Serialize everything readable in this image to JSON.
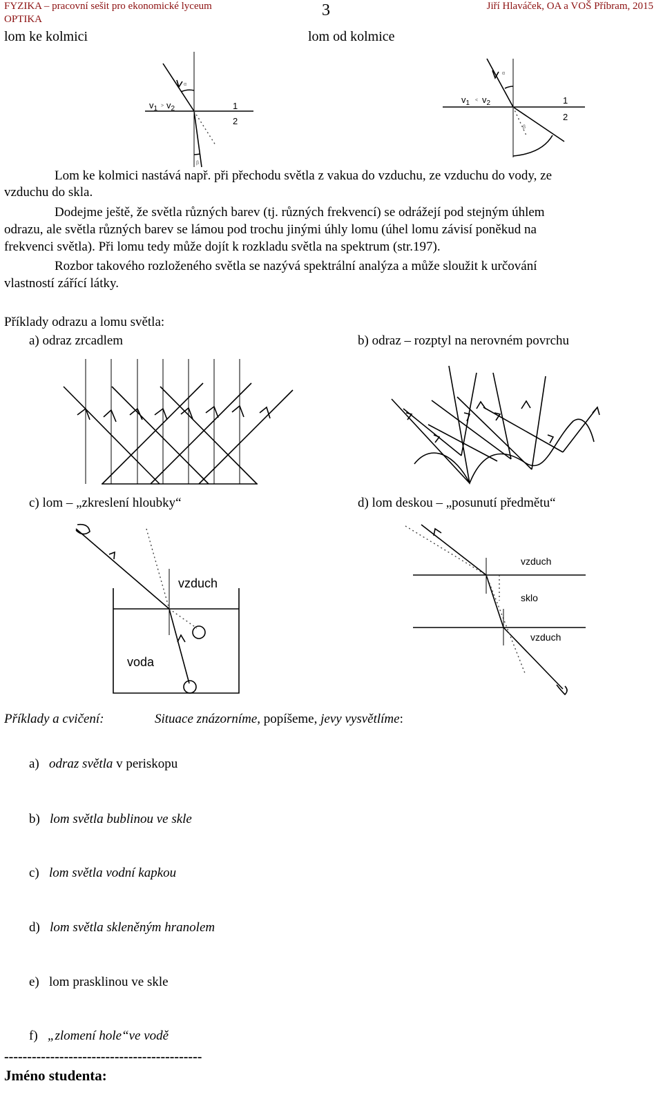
{
  "header": {
    "left": "FYZIKA – pracovní sešit pro ekonomické lyceum",
    "left2": "OPTIKA",
    "page_number": "3",
    "right": "Jiří Hlaváček, OA a VOŠ Příbram, 2015"
  },
  "refraction": {
    "toward_title": "lom ke kolmici",
    "away_title": "lom od kolmice",
    "v1": "v",
    "v1_sub": "1",
    "v2": "v",
    "v2_sub": "2",
    "rel_lt": ">",
    "rel_gt": "<",
    "medium1": "1",
    "medium2": "2",
    "alpha": "α",
    "beta": "β"
  },
  "paragraphs": {
    "p1_line1": "Lom ke kolmici nastává např. při přechodu světla z vakua do vzduchu, ze vzduchu do vody, ze",
    "p1_line2": "vzduchu do skla.",
    "p2_line1": "Dodejme ještě, že světla různých barev (tj. různých frekvencí) se odrážejí pod stejným úhlem",
    "p2_line2": "odrazu, ale světla různých barev se lámou pod trochu jinými úhly lomu (úhel lomu závisí poněkud na",
    "p2_line3": "frekvenci světla). Při lomu tedy může dojít k rozkladu světla na spektrum (str.197).",
    "p3_line1": "Rozbor takového rozloženého světla se nazývá spektrální analýza a může sloužit k určování",
    "p3_line2": "vlastností zářící látky."
  },
  "examples_title": "Příklady odrazu a lomu světla:",
  "examples": {
    "a": "a)   odraz zrcadlem",
    "b": "b) odraz – rozptyl na nerovném povrchu",
    "c": "c)   lom – „zkreslení hloubky“",
    "d": "d) lom deskou – „posunutí předmětu“"
  },
  "diagram_labels": {
    "air": "vzduch",
    "water": "voda",
    "air_top": "vzduch",
    "glass": "sklo",
    "air_bottom": "vzduch"
  },
  "exercises": {
    "title": "Příklady a cvičení:",
    "instruction_italic1": "Situace znázorníme",
    "instruction_plain": ", popíšeme, ",
    "instruction_italic2": "jevy vysvětlíme",
    "instruction_end": ":",
    "items": [
      {
        "letter": "a)",
        "italic": "odraz světla",
        "plain": " v periskopu"
      },
      {
        "letter": "b)",
        "italic": "lom světla bublinou ve skle",
        "plain": ""
      },
      {
        "letter": "c)",
        "italic": "lom světla vodní kapkou",
        "plain": ""
      },
      {
        "letter": "d)",
        "italic": "lom světla skleněným hranolem",
        "plain": ""
      },
      {
        "letter": "e)",
        "italic": "",
        "plain": "lom prasklinou ve skle"
      },
      {
        "letter": "f)",
        "italic": "„zlomení hole“ve vodě",
        "plain": ""
      }
    ]
  },
  "footer": {
    "dashes": "-------------------------------------------",
    "student_name": "Jméno studenta:"
  }
}
